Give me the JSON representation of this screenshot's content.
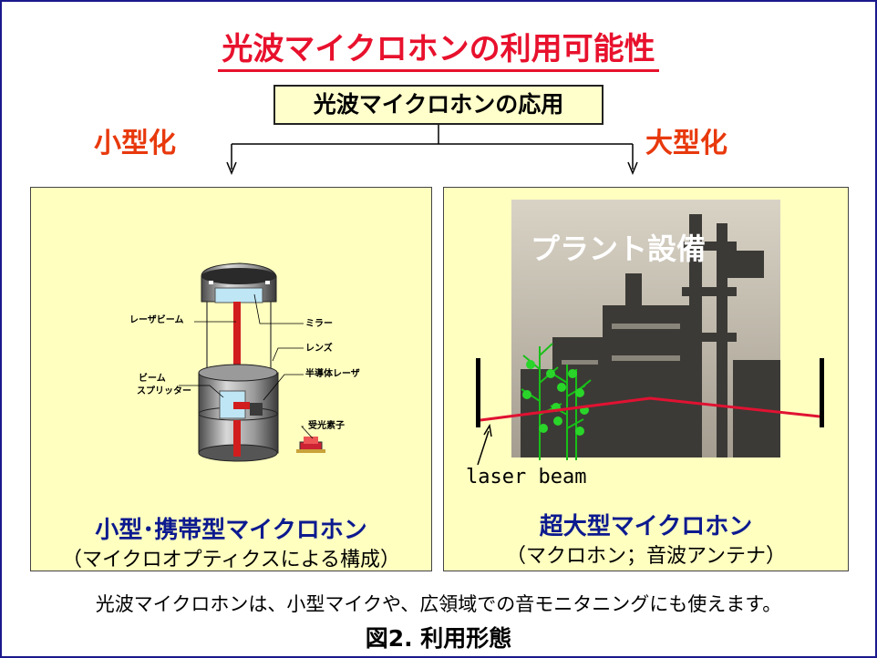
{
  "title": "光波マイクロホンの利用可能性",
  "center_box": "光波マイクロホンの応用",
  "left_label": "小型化",
  "right_label": "大型化",
  "left_panel": {
    "caption_main": "小型･携帯型マイクロホン",
    "caption_sub": "（マイクロオプティクスによる構成）",
    "labels": {
      "laser_beam": "レーザビーム",
      "beam_splitter_1": "ビーム",
      "beam_splitter_2": "スプリッター",
      "mirror": "ミラー",
      "lens": "レンズ",
      "semiconductor_laser": "半導体レーザ",
      "photodetector": "受光素子"
    }
  },
  "right_panel": {
    "photo_title": "プラント設備",
    "laser_label": "laser beam",
    "caption_main": "超大型マイクロホン",
    "caption_sub": "（マクロホン；音波アンテナ）"
  },
  "bottom_text": "光波マイクロホンは、小型マイクや、広領域での音モニタニングにも使えます。",
  "figure_label": "図2. 利用形態"
}
